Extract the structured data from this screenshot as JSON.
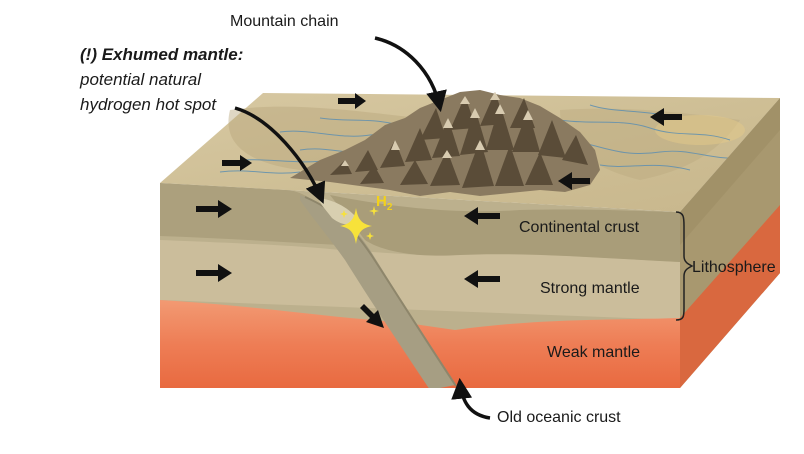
{
  "labels": {
    "mountain_chain": "Mountain chain",
    "exhumed_title": "(!) Exhumed mantle:",
    "exhumed_line2": "potential natural",
    "exhumed_line3": "hydrogen hot spot",
    "h2_base": "H",
    "h2_sub": "2",
    "continental_crust": "Continental crust",
    "strong_mantle": "Strong mantle",
    "weak_mantle": "Weak mantle",
    "lithosphere": "Lithosphere",
    "old_oceanic_crust": "Old oceanic crust"
  },
  "colors": {
    "top_surface": "#cdbd93",
    "front_crust": "#bcb08d",
    "mantle_strong": "#c7b896",
    "weak_mantle": "#ee7d55",
    "side_face": "#a8986f",
    "side_weak": "#d9683f",
    "slab": "#a69e83",
    "rivers": "#5e8fb0",
    "spark": "#f7e23a",
    "arrow": "#111111"
  },
  "icons": [
    "plate-motion-arrow",
    "callout-arrow",
    "hydrogen-spark-icon",
    "mountain-range"
  ]
}
